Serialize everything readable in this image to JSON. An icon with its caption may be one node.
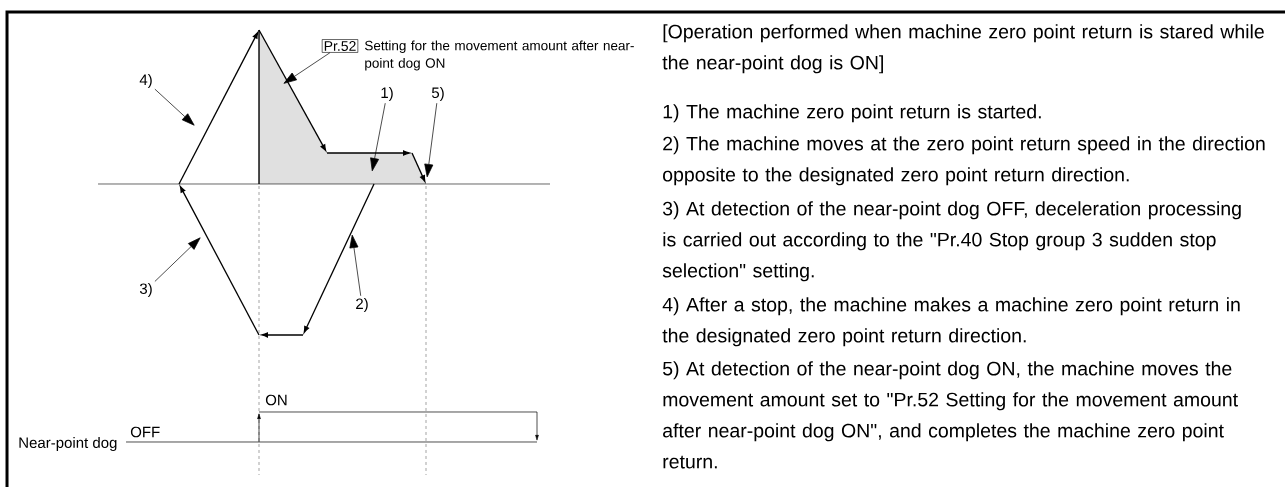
{
  "diagram": {
    "title": "[Operation performed when machine zero point return is stared while the near-point dog is ON]",
    "nodes": [
      {
        "text": [
          "Pr.52"
        ],
        "beside": [
          "Setting for the movement amount after near-point dog ON"
        ]
      },
      {
        "text": [
          "4)"
        ]
      },
      {
        "text": [
          "1)"
        ]
      },
      {
        "text": [
          "5)"
        ]
      },
      {
        "text": [
          "3)"
        ]
      },
      {
        "text": [
          "2)"
        ]
      },
      {
        "text": [],
        "shape": "polygon"
      }
    ],
    "edges": [
      {
        "from": 0,
        "to": 6,
        "arrow": "to"
      },
      {
        "from": 1,
        "to": null,
        "arrow": "to"
      },
      {
        "from": 2,
        "to": 6,
        "arrow": "to"
      },
      {
        "from": 3,
        "to": 6,
        "arrow": "to"
      },
      {
        "from": 4,
        "to": null,
        "arrow": "to"
      },
      {
        "from": 5,
        "to": null,
        "arrow": "to"
      }
    ],
    "labels": [
      "ON",
      "OFF",
      "Near-point dog",
      "1) The machine zero point return is started.",
      "2) The machine moves at the zero point return speed in the direction opposite to the designated zero point return direction.",
      "3) At detection of the near-point dog OFF, deceleration processing is carried out according to the \"Pr.40 Stop group 3 sudden stop selection\" setting.",
      "4) After a stop, the machine makes a machine zero point return in the designated zero point return direction.",
      "5) At detection of the near-point dog ON, the machine moves the movement amount set to \"Pr.52 Setting for the movement amount after near-point dog ON\", and completes the machine zero point return."
    ]
  }
}
